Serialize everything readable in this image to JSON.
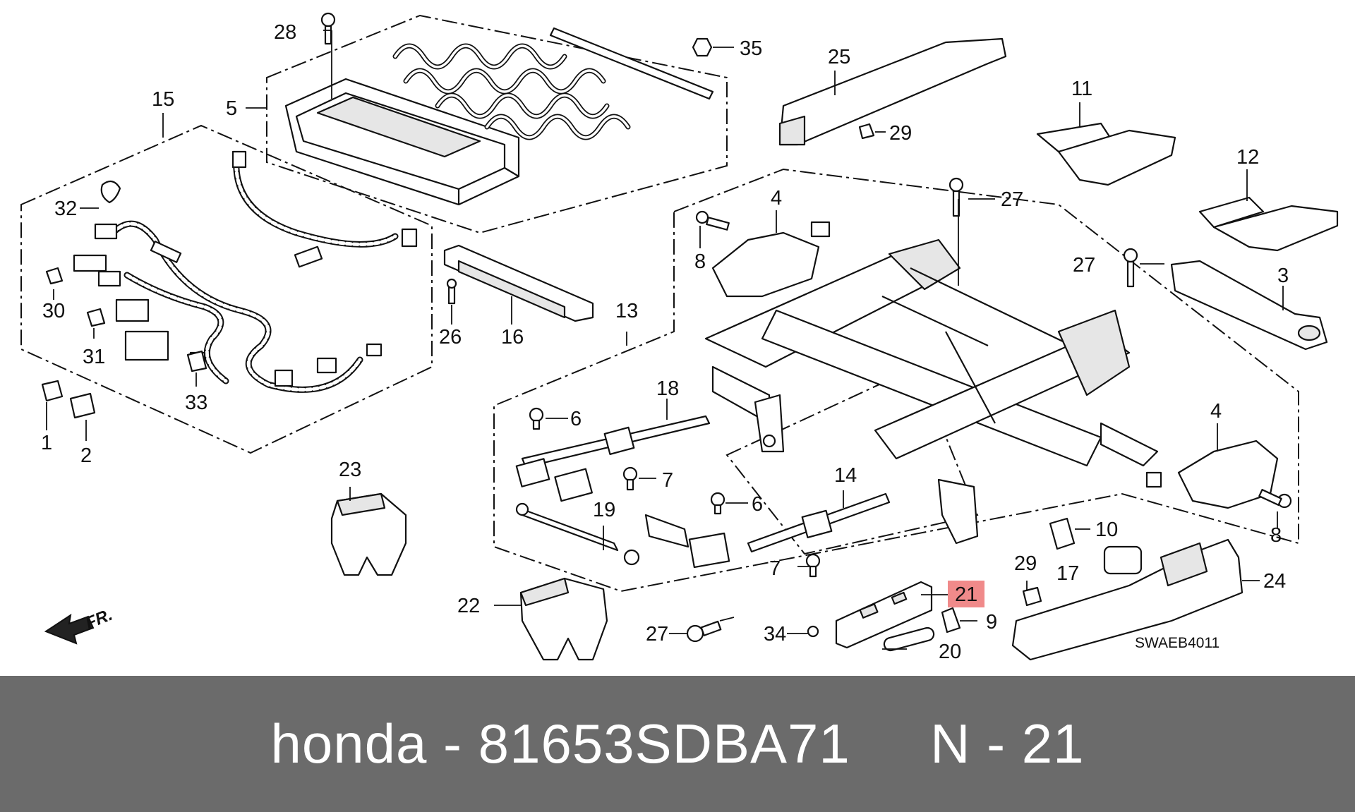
{
  "diagram": {
    "callouts": [
      {
        "id": "c1",
        "label": "1"
      },
      {
        "id": "c2",
        "label": "2"
      },
      {
        "id": "c3",
        "label": "3"
      },
      {
        "id": "c4a",
        "label": "4"
      },
      {
        "id": "c4b",
        "label": "4"
      },
      {
        "id": "c5",
        "label": "5"
      },
      {
        "id": "c6a",
        "label": "6"
      },
      {
        "id": "c6b",
        "label": "6"
      },
      {
        "id": "c7a",
        "label": "7"
      },
      {
        "id": "c7b",
        "label": "7"
      },
      {
        "id": "c8a",
        "label": "8"
      },
      {
        "id": "c8b",
        "label": "8"
      },
      {
        "id": "c9",
        "label": "9"
      },
      {
        "id": "c10",
        "label": "10"
      },
      {
        "id": "c11",
        "label": "11"
      },
      {
        "id": "c12",
        "label": "12"
      },
      {
        "id": "c13",
        "label": "13"
      },
      {
        "id": "c14",
        "label": "14"
      },
      {
        "id": "c15",
        "label": "15"
      },
      {
        "id": "c16",
        "label": "16"
      },
      {
        "id": "c17",
        "label": "17"
      },
      {
        "id": "c18",
        "label": "18"
      },
      {
        "id": "c19",
        "label": "19"
      },
      {
        "id": "c20",
        "label": "20"
      },
      {
        "id": "c21",
        "label": "21"
      },
      {
        "id": "c22",
        "label": "22"
      },
      {
        "id": "c23",
        "label": "23"
      },
      {
        "id": "c24",
        "label": "24"
      },
      {
        "id": "c25",
        "label": "25"
      },
      {
        "id": "c26",
        "label": "26"
      },
      {
        "id": "c27a",
        "label": "27"
      },
      {
        "id": "c27b",
        "label": "27"
      },
      {
        "id": "c27c",
        "label": "27"
      },
      {
        "id": "c28",
        "label": "28"
      },
      {
        "id": "c29a",
        "label": "29"
      },
      {
        "id": "c29b",
        "label": "29"
      },
      {
        "id": "c30",
        "label": "30"
      },
      {
        "id": "c31",
        "label": "31"
      },
      {
        "id": "c32",
        "label": "32"
      },
      {
        "id": "c33",
        "label": "33"
      },
      {
        "id": "c34",
        "label": "34"
      },
      {
        "id": "c35",
        "label": "35"
      }
    ],
    "highlight_label": "21",
    "highlight_color": "#f08a8a",
    "front_arrow_label": "FR.",
    "diagram_code": "SWAEB4011"
  },
  "footer": {
    "text": "honda - 81653SDBA71     N - 21",
    "background": "#6b6b6b",
    "text_color": "#ffffff"
  }
}
